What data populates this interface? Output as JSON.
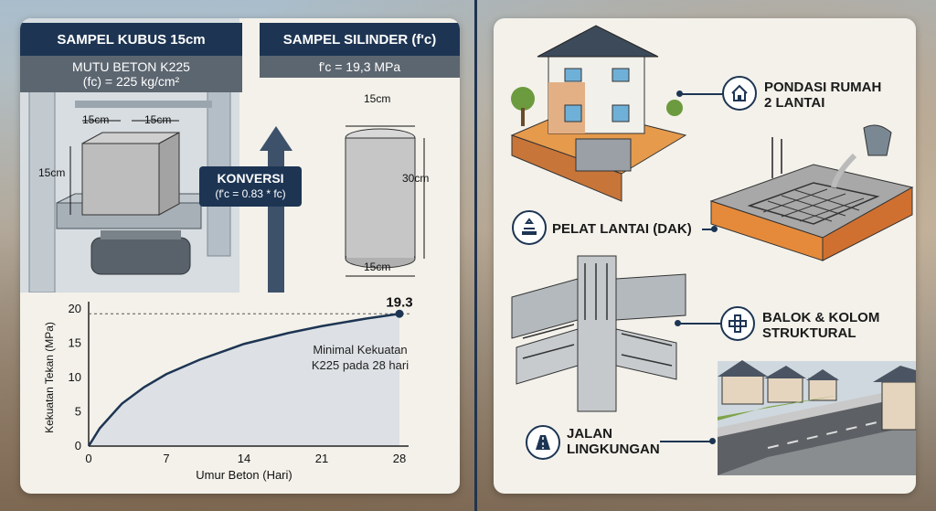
{
  "cube": {
    "title": "SAMPEL KUBUS 15cm",
    "subtitle_line1": "MUTU BETON K225",
    "subtitle_line2": "(fc) = 225 kg/cm²",
    "dim_top_left": "15cm",
    "dim_top_right": "15cm",
    "dim_side": "15cm"
  },
  "cylinder": {
    "title": "SAMPEL SILINDER (f'c)",
    "subtitle": "f'c = 19,3 MPa",
    "dim_top": "15cm",
    "dim_height": "30cm",
    "dim_bottom": "15cm"
  },
  "conversion": {
    "title": "KONVERSI",
    "formula": "(f'c = 0.83 * fc)"
  },
  "chart_data": {
    "type": "line",
    "xlabel": "Umur Beton (Hari)",
    "ylabel": "Kekuatan Tekan (MPa)",
    "xticks": [
      "0",
      "7",
      "14",
      "21",
      "28"
    ],
    "yticks": [
      "0",
      "5",
      "10",
      "15",
      "20"
    ],
    "xlim": [
      0,
      28
    ],
    "ylim": [
      0,
      20
    ],
    "x": [
      0,
      1,
      3,
      5,
      7,
      10,
      14,
      18,
      21,
      25,
      28
    ],
    "y": [
      0,
      2.6,
      6.2,
      8.6,
      10.5,
      12.6,
      14.9,
      16.5,
      17.5,
      18.6,
      19.3
    ],
    "end_label": "19.3",
    "annotation_line1": "Minimal Kekuatan",
    "annotation_line2": "K225 pada 28 hari",
    "line_color": "#1d3553"
  },
  "uses": [
    {
      "line1": "PONDASI RUMAH",
      "line2": "2 LANTAI",
      "icon": "house-icon"
    },
    {
      "line1": "PELAT LANTAI (DAK)",
      "line2": "",
      "icon": "slab-icon"
    },
    {
      "line1": "BALOK & KOLOM",
      "line2": "STRUKTURAL",
      "icon": "beam-column-icon"
    },
    {
      "line1": "JALAN",
      "line2": "LINGKUNGAN",
      "icon": "road-icon"
    }
  ]
}
